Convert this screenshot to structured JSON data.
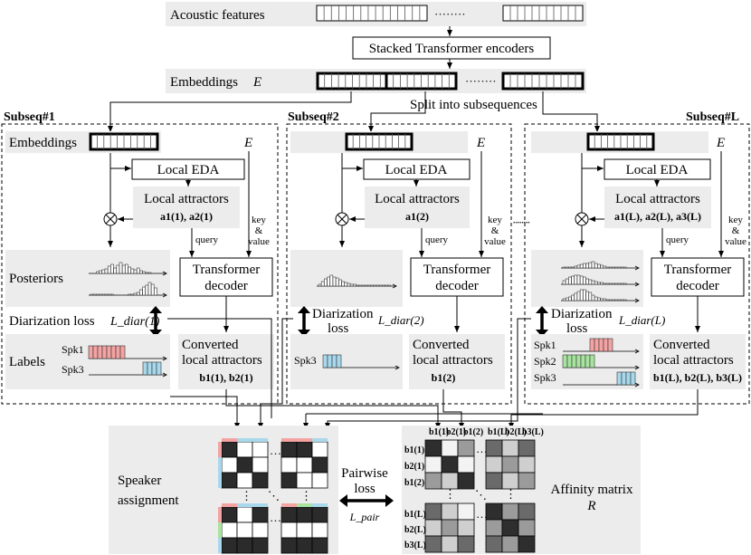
{
  "top": {
    "acoustic_features": "Acoustic features",
    "stacked_encoders": "Stacked Transformer encoders",
    "embeddings_label": "Embeddings",
    "embeddings_symbol": "E",
    "split_label": "Split into subsequences",
    "dots": "········"
  },
  "subseqs": [
    {
      "title": "Subseq#1",
      "embeddings": "Embeddings",
      "e_symbol": "E",
      "local_eda": "Local EDA",
      "local_attractors": "Local attractors",
      "attractor_set": "a1(1), a2(1)",
      "query": "query",
      "key": "key",
      "amp": "&",
      "value": "value",
      "posteriors": "Posteriors",
      "transformer": "Transformer",
      "decoder": "decoder",
      "diar_loss": "Diarization loss",
      "diar_symbol": "L_diar(1)",
      "labels": "Labels",
      "converted": "Converted",
      "local_attr2": "local attractors",
      "converted_set": "b1(1), b2(1)",
      "speakers": [
        "Spk1",
        "Spk3"
      ]
    },
    {
      "title": "Subseq#2",
      "e_symbol": "E",
      "local_eda": "Local EDA",
      "local_attractors": "Local attractors",
      "attractor_set": "a1(2)",
      "query": "query",
      "key": "key",
      "amp": "&",
      "value": "value",
      "transformer": "Transformer",
      "decoder": "decoder",
      "diar_loss1": "Diarization",
      "diar_loss2": "loss",
      "diar_symbol": "L_diar(2)",
      "converted": "Converted",
      "local_attr2": "local attractors",
      "converted_set": "b1(2)",
      "speakers": [
        "Spk3"
      ]
    },
    {
      "title": "Subseq#L",
      "e_symbol": "E",
      "local_eda": "Local EDA",
      "local_attractors": "Local attractors",
      "attractor_set": "a1(L), a2(L), a3(L)",
      "query": "query",
      "key": "key",
      "amp": "&",
      "value": "value",
      "transformer": "Transformer",
      "decoder": "decoder",
      "diar_loss1": "Diarization",
      "diar_loss2": "loss",
      "diar_symbol": "L_diar(L)",
      "converted": "Converted",
      "local_attr2": "local attractors",
      "converted_set": "b1(L), b2(L), b3(L)",
      "speakers": [
        "Spk1",
        "Spk2",
        "Spk3"
      ]
    }
  ],
  "bottom": {
    "speaker1": "Speaker",
    "speaker2": "assignment",
    "pairwise1": "Pairwise",
    "pairwise2": "loss",
    "pair_symbol": "L_pair",
    "affinity1": "Affinity matrix",
    "affinity_symbol": "R",
    "col_labels": [
      "b1(1)",
      "b2(1)",
      "b1(2)",
      "b1(L)",
      "b2(L)",
      "b3(L)"
    ],
    "row_labels": [
      "b1(1)",
      "b2(1)",
      "b1(2)",
      "b1(L)",
      "b2(L)",
      "b3(L)"
    ]
  },
  "colors": {
    "spk1": "#f4a3a3",
    "spk2": "#a8e4a0",
    "spk3": "#a8d8ec",
    "panel": "#ececec"
  }
}
